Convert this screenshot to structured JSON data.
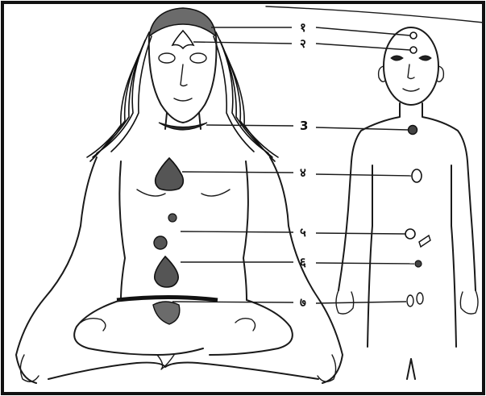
{
  "diagram": {
    "labels": [
      {
        "id": "1",
        "text": "१"
      },
      {
        "id": "2",
        "text": "२"
      },
      {
        "id": "3",
        "text": "3"
      },
      {
        "id": "4",
        "text": "४"
      },
      {
        "id": "5",
        "text": "५"
      },
      {
        "id": "6",
        "text": "६"
      },
      {
        "id": "7",
        "text": "७"
      }
    ]
  }
}
